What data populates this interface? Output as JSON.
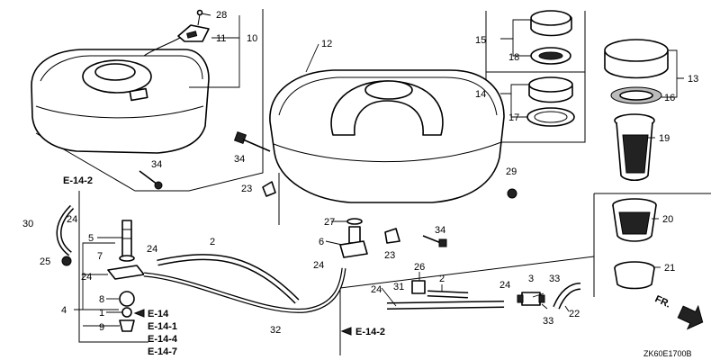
{
  "parts": {
    "p1": "1",
    "p2a": "2",
    "p2b": "2",
    "p3": "3",
    "p4": "4",
    "p5": "5",
    "p6": "6",
    "p7": "7",
    "p8": "8",
    "p9": "9",
    "p10": "10",
    "p11": "11",
    "p12": "12",
    "p13": "13",
    "p14": "14",
    "p15": "15",
    "p16": "16",
    "p17": "17",
    "p18": "18",
    "p19": "19",
    "p20": "20",
    "p21": "21",
    "p22": "22",
    "p23a": "23",
    "p23b": "23",
    "p24a": "24",
    "p24b": "24",
    "p24c": "24",
    "p24d": "24",
    "p24e": "24",
    "p24f": "24",
    "p25": "25",
    "p26": "26",
    "p27": "27",
    "p28": "28",
    "p29": "29",
    "p30": "30",
    "p31": "31",
    "p32": "32",
    "p33a": "33",
    "p33b": "33",
    "p34a": "34",
    "p34b": "34",
    "p34c": "34"
  },
  "refs": {
    "e142_top": "E-14-2",
    "e14": "E-14",
    "e141": "E-14-1",
    "e144": "E-14-4",
    "e147": "E-14-7",
    "e142_bottom": "E-14-2"
  },
  "direction_label": "FR.",
  "diagram_code": "ZK60E1700B"
}
